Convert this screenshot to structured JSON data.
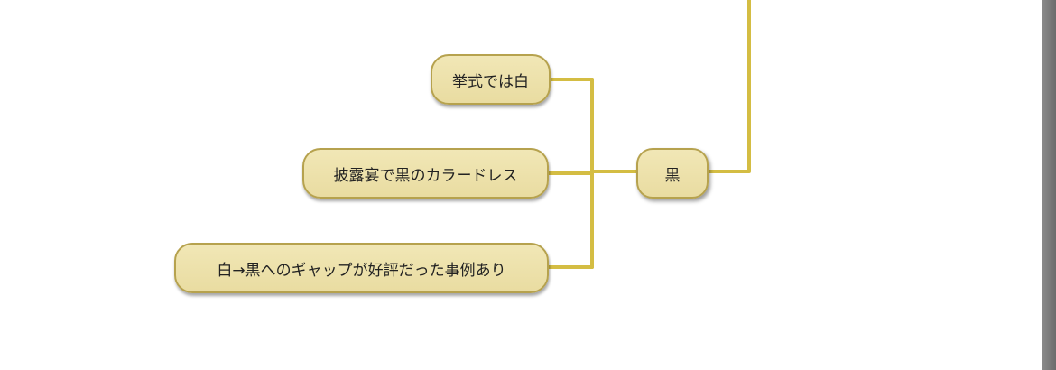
{
  "mindmap": {
    "central": {
      "label": "黒"
    },
    "children": [
      {
        "label": "挙式では白"
      },
      {
        "label": "披露宴で黒のカラードレス"
      },
      {
        "label": "白→黒へのギャップが好評だった事例あり"
      }
    ]
  },
  "colors": {
    "connector": "#d4bd43",
    "node_fill": "#ede1a9",
    "node_border": "#b6a24e",
    "scrollbar": "#7a7a7a"
  }
}
